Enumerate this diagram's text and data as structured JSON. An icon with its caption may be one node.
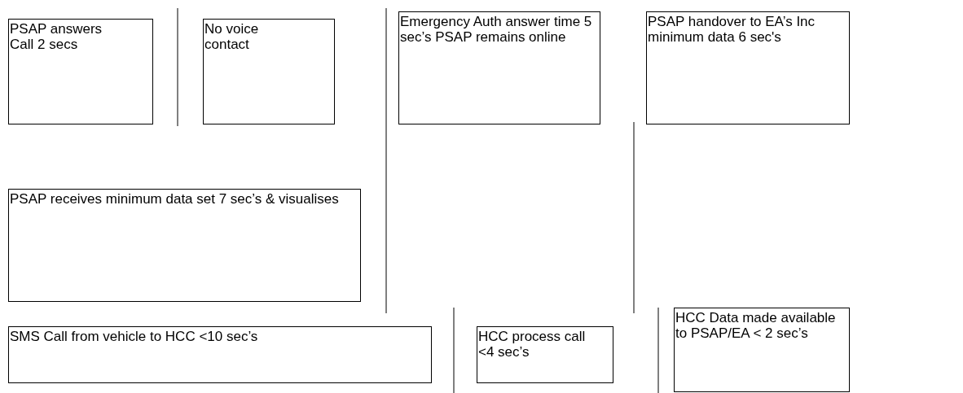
{
  "diagram": {
    "nodes": [
      {
        "text": [
          "PSAP answers Call 2 secs"
        ]
      },
      {
        "text": [
          "No voice contact"
        ]
      },
      {
        "text": [
          "Emergency Auth answer time 5 sec’s PSAP remains online"
        ]
      },
      {
        "text": [
          "PSAP handover to EA’s Inc minimum data 6 sec's"
        ]
      },
      {
        "text": [
          "PSAP receives minimum data set 7 sec’s & visualises"
        ]
      },
      {
        "text": [
          "SMS Call from vehicle to HCC <10 sec’s"
        ]
      },
      {
        "text": [
          "HCC process call <4 sec’s"
        ]
      },
      {
        "text": [
          "HCC Data made available to PSAP/EA < 2 sec’s"
        ]
      }
    ],
    "edges": []
  }
}
